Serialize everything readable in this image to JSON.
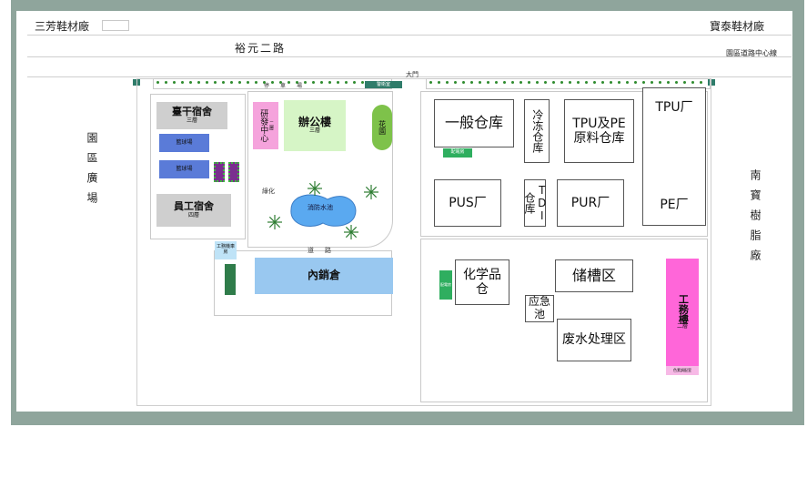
{
  "header": {
    "left_label": "三芳鞋材廠",
    "right_label": "寶泰鞋材廠",
    "road_name": "裕元二路",
    "road_line_label": "園區道路中心線",
    "gate_label": "大門"
  },
  "side_labels": {
    "left": "園區廣場",
    "right": "南寶樹脂廠"
  },
  "strip_labels": {
    "parking_lot": "停車場",
    "guard_room": "警衛室",
    "road": "道路",
    "greenery": "綠化"
  },
  "buildings": {
    "staff_dorm_taiwan": {
      "name": "臺干宿舍",
      "floors": "三層"
    },
    "staff_dorm_employee": {
      "name": "員工宿舍",
      "floors": "四層"
    },
    "court1": "籃球場",
    "court2": "籃球場",
    "rd_center": {
      "name": "研發中心",
      "floors": "二層"
    },
    "office": {
      "name": "辦公樓",
      "floors": "三層"
    },
    "flower_garden": "花園",
    "fire_pool": "消防水池",
    "domestic_warehouse": "內銷倉",
    "work_vehicle_room": "工務機車房",
    "gen_warehouse": "一般仓库",
    "cold_storage": "冷冻仓库",
    "tpu_pe_raw": "TPU及PE原料仓库",
    "tpu_factory": "TPU厂",
    "pe_factory": "PE厂",
    "pus_factory": "PUS厂",
    "tdi_warehouse": "TDI仓库",
    "pur_factory": "PUR厂",
    "chem_warehouse": "化学品仓",
    "distribution_room1": "配電房",
    "distribution_room2": "配電房",
    "emergency_pool": "应急池",
    "tank_area": "储槽区",
    "wastewater": "废水处理区",
    "maintenance": {
      "name": "工務樓",
      "floors": "二層"
    },
    "maintenance_sub": "色素調配室"
  },
  "colors": {
    "frame": "#8fa59c",
    "blue_building": "#99c8f0",
    "green_building": "#d6f5c6",
    "pink": "#f5a3dc",
    "magenta": "#ff66d9",
    "gray_building": "#cfcfcf",
    "court": "#5a7bd8"
  }
}
